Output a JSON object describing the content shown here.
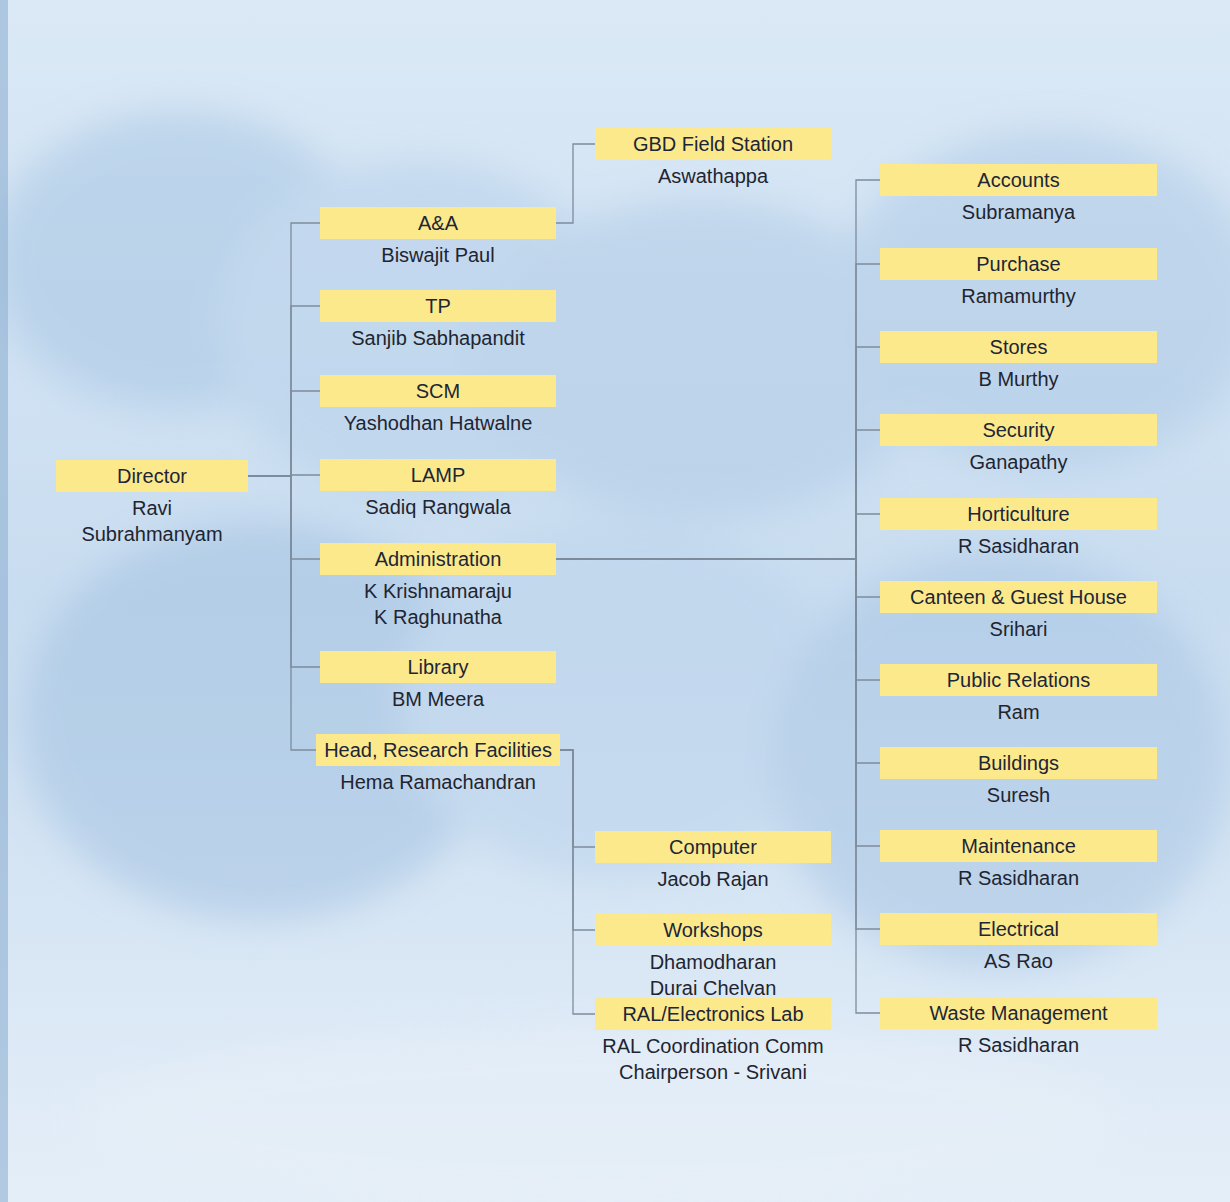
{
  "diagram": {
    "nodes": [
      {
        "text": [
          "Director",
          "Ravi Subrahmanyam"
        ]
      },
      {
        "text": [
          "A&A",
          "Biswajit Paul"
        ]
      },
      {
        "text": [
          "GBD Field Station",
          "Aswathappa"
        ]
      },
      {
        "text": [
          "TP",
          "Sanjib Sabhapandit"
        ]
      },
      {
        "text": [
          "SCM",
          "Yashodhan Hatwalne"
        ]
      },
      {
        "text": [
          "LAMP",
          "Sadiq Rangwala"
        ]
      },
      {
        "text": [
          "Administration",
          "K Krishnamaraju",
          "K Raghunatha"
        ]
      },
      {
        "text": [
          "Library",
          "BM Meera"
        ]
      },
      {
        "text": [
          "Head, Research Facilities",
          "Hema Ramachandran"
        ]
      },
      {
        "text": [
          "Computer",
          "Jacob Rajan"
        ]
      },
      {
        "text": [
          "Workshops",
          "Dhamodharan",
          "Durai Chelvan"
        ]
      },
      {
        "text": [
          "RAL/Electronics Lab",
          "RAL Coordination Comm Chairperson - Srivani"
        ]
      },
      {
        "text": [
          "Accounts",
          "Subramanya"
        ]
      },
      {
        "text": [
          "Purchase",
          "Ramamurthy"
        ]
      },
      {
        "text": [
          "Stores",
          "B Murthy"
        ]
      },
      {
        "text": [
          "Security",
          "Ganapathy"
        ]
      },
      {
        "text": [
          "Horticulture",
          "R Sasidharan"
        ]
      },
      {
        "text": [
          "Canteen & Guest House",
          "Srihari"
        ]
      },
      {
        "text": [
          "Public Relations",
          "Ram"
        ]
      },
      {
        "text": [
          "Buildings",
          "Suresh"
        ]
      },
      {
        "text": [
          "Maintenance",
          "R Sasidharan"
        ]
      },
      {
        "text": [
          "Electrical",
          "AS Rao"
        ]
      },
      {
        "text": [
          "Waste Management",
          "R Sasidharan"
        ]
      }
    ],
    "edges": [
      {
        "from": 0,
        "to": 1,
        "arrow": "none"
      },
      {
        "from": 0,
        "to": 3,
        "arrow": "none"
      },
      {
        "from": 0,
        "to": 4,
        "arrow": "none"
      },
      {
        "from": 0,
        "to": 5,
        "arrow": "none"
      },
      {
        "from": 0,
        "to": 6,
        "arrow": "none"
      },
      {
        "from": 0,
        "to": 7,
        "arrow": "none"
      },
      {
        "from": 0,
        "to": 8,
        "arrow": "none"
      },
      {
        "from": 1,
        "to": 2,
        "arrow": "none"
      },
      {
        "from": 6,
        "to": 12,
        "arrow": "none"
      },
      {
        "from": 6,
        "to": 13,
        "arrow": "none"
      },
      {
        "from": 6,
        "to": 14,
        "arrow": "none"
      },
      {
        "from": 6,
        "to": 15,
        "arrow": "none"
      },
      {
        "from": 6,
        "to": 16,
        "arrow": "none"
      },
      {
        "from": 6,
        "to": 17,
        "arrow": "none"
      },
      {
        "from": 6,
        "to": 18,
        "arrow": "none"
      },
      {
        "from": 6,
        "to": 19,
        "arrow": "none"
      },
      {
        "from": 6,
        "to": 20,
        "arrow": "none"
      },
      {
        "from": 6,
        "to": 21,
        "arrow": "none"
      },
      {
        "from": 6,
        "to": 22,
        "arrow": "none"
      },
      {
        "from": 8,
        "to": 9,
        "arrow": "none"
      },
      {
        "from": 8,
        "to": 10,
        "arrow": "none"
      },
      {
        "from": 8,
        "to": 11,
        "arrow": "none"
      }
    ]
  }
}
